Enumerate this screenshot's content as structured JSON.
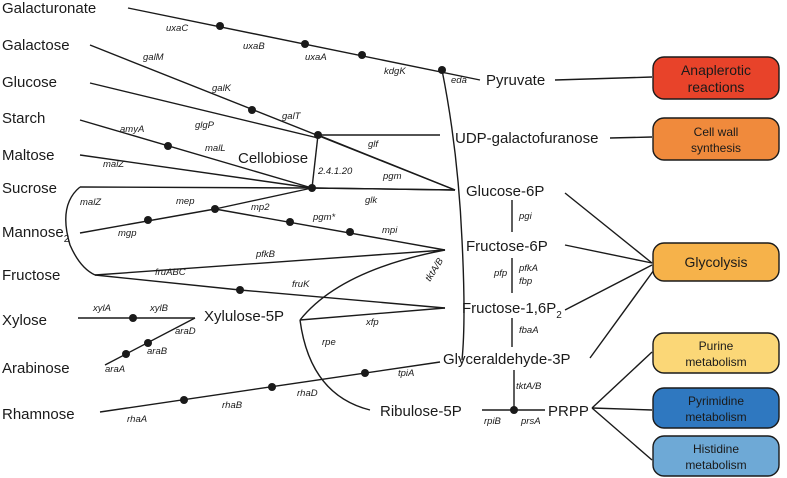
{
  "metabolites": {
    "galacturonate": "Galacturonate",
    "galactose": "Galactose",
    "glucose": "Glucose",
    "starch": "Starch",
    "maltose": "Maltose",
    "sucrose": "Sucrose",
    "mannose": "Mannose",
    "mannose_sub": "2",
    "fructose": "Fructose",
    "xylose": "Xylose",
    "arabinose": "Arabinose",
    "rhamnose": "Rhamnose",
    "cellobiose": "Cellobiose",
    "xylulose5p": "Xylulose-5P",
    "pyruvate": "Pyruvate",
    "udp_galactofuranose": "UDP-galactofuranose",
    "glucose6p": "Glucose-6P",
    "fructose6p": "Fructose-6P",
    "fructose16p": "Fructose-1,6P",
    "fructose16p_sub": "2",
    "glyceraldehyde3p": "Glyceraldehyde-3P",
    "ribulose5p": "Ribulose-5P",
    "prpp": "PRPP"
  },
  "genes": {
    "uxaC": "uxaC",
    "uxaB": "uxaB",
    "uxaA": "uxaA",
    "kdgK": "kdgK",
    "eda": "eda",
    "galM": "galM",
    "galK": "galK",
    "galT": "galT",
    "glgP": "glgP",
    "amyA": "amyA",
    "malL": "malL",
    "glf": "glf",
    "malZ": "malZ",
    "malZ2": "malZ",
    "pgm": "pgm",
    "glk": "glk",
    "ec": "2.4.1.20",
    "mep": "mep",
    "mgp": "mgp",
    "mp2": "mp2",
    "pgm_star": "pgm*",
    "mpi": "mpi",
    "pfkB": "pfkB",
    "fruABC": "fruABC",
    "fruK": "fruK",
    "pgi": "pgi",
    "pfp": "pfp",
    "pfkA": "pfkA",
    "fbp": "fbp",
    "tktAB": "tktA/B",
    "tktAB2": "tktA/B",
    "xylA": "xylA",
    "xylB": "xylB",
    "araD": "araD",
    "araB": "araB",
    "araA": "araA",
    "xfp": "xfp",
    "rpe": "rpe",
    "fbaA": "fbaA",
    "rhaA": "rhaA",
    "rhaB": "rhaB",
    "rhaD": "rhaD",
    "tpiA": "tpiA",
    "rpiB": "rpiB",
    "prsA": "prsA"
  },
  "outcomes": {
    "anaplerotic": {
      "line1": "Anaplerotic",
      "line2": "reactions",
      "color": "#e8432a"
    },
    "cellwall": {
      "line1": "Cell wall",
      "line2": "synthesis",
      "color": "#f08a3c"
    },
    "glycolysis": {
      "line1": "Glycolysis",
      "color": "#f6b24a"
    },
    "purine": {
      "line1": "Purine",
      "line2": "metabolism",
      "color": "#fbd777"
    },
    "pyrimidine": {
      "line1": "Pyrimidine",
      "line2": "metabolism",
      "color": "#2f78c0"
    },
    "histidine": {
      "line1": "Histidine",
      "line2": "metabolism",
      "color": "#6ea9d6"
    }
  }
}
